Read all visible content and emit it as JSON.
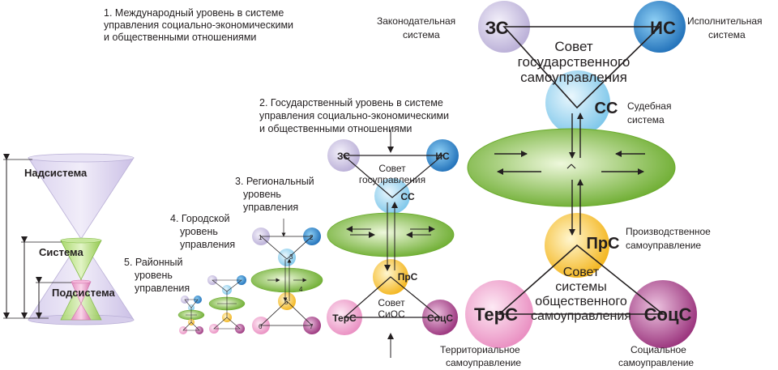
{
  "levels": {
    "l1": [
      "1. Международный уровень в системе",
      "управления социально-экономическими",
      "и общественными отношениями"
    ],
    "l2": [
      "2. Государственный уровень в системе",
      "управления социально-экономическими",
      "и общественными отношениями"
    ],
    "l3": [
      "3. Региональный",
      "уровень",
      "управления"
    ],
    "l4": [
      "4. Городской",
      "уровень",
      "управления"
    ],
    "l5": [
      "5. Районный",
      "уровень",
      "управления"
    ]
  },
  "cones": {
    "nad": "Надсистема",
    "sys": "Система",
    "pod": "Подсистема"
  },
  "big": {
    "zs_label": [
      "Законодательная",
      "система"
    ],
    "is_label": [
      "Исполнительная",
      "система"
    ],
    "ss_label": [
      "Судебная",
      "система"
    ],
    "prs_label": [
      "Производственное",
      "самоуправление"
    ],
    "ters_label": [
      "Территориальное",
      "самоуправление"
    ],
    "socs_label": [
      "Социальное",
      "самоуправление"
    ],
    "zs": "ЗС",
    "is": "ИС",
    "ss": "СС",
    "prs": "ПрС",
    "ters": "ТерС",
    "socs": "СоцС",
    "council_gov": [
      "Совет",
      "государственного",
      "самоуправления"
    ],
    "council_soc": [
      "Совет",
      "системы",
      "общественного",
      "самоуправления"
    ]
  },
  "mid": {
    "zs": "ЗС",
    "is": "ИС",
    "ss": "СС",
    "prs": "ПрС",
    "ters": "ТерС",
    "socs": "СоцС",
    "council_gov": [
      "Совет",
      "госуправления"
    ],
    "council_soc": [
      "Совет",
      "СиОС"
    ]
  },
  "small": {
    "n1": "1",
    "n2": "2",
    "n3": "3",
    "n4": "4",
    "n5": "5",
    "n6": "6",
    "n7": "7"
  },
  "colors": {
    "lavender": "#c9c0e0",
    "blue": "#3a8fd0",
    "lightblue": "#a8d8f0",
    "green": "#8cc63f",
    "yellow": "#fbc93a",
    "pink": "#f1a7d0",
    "magenta": "#b0488f"
  }
}
